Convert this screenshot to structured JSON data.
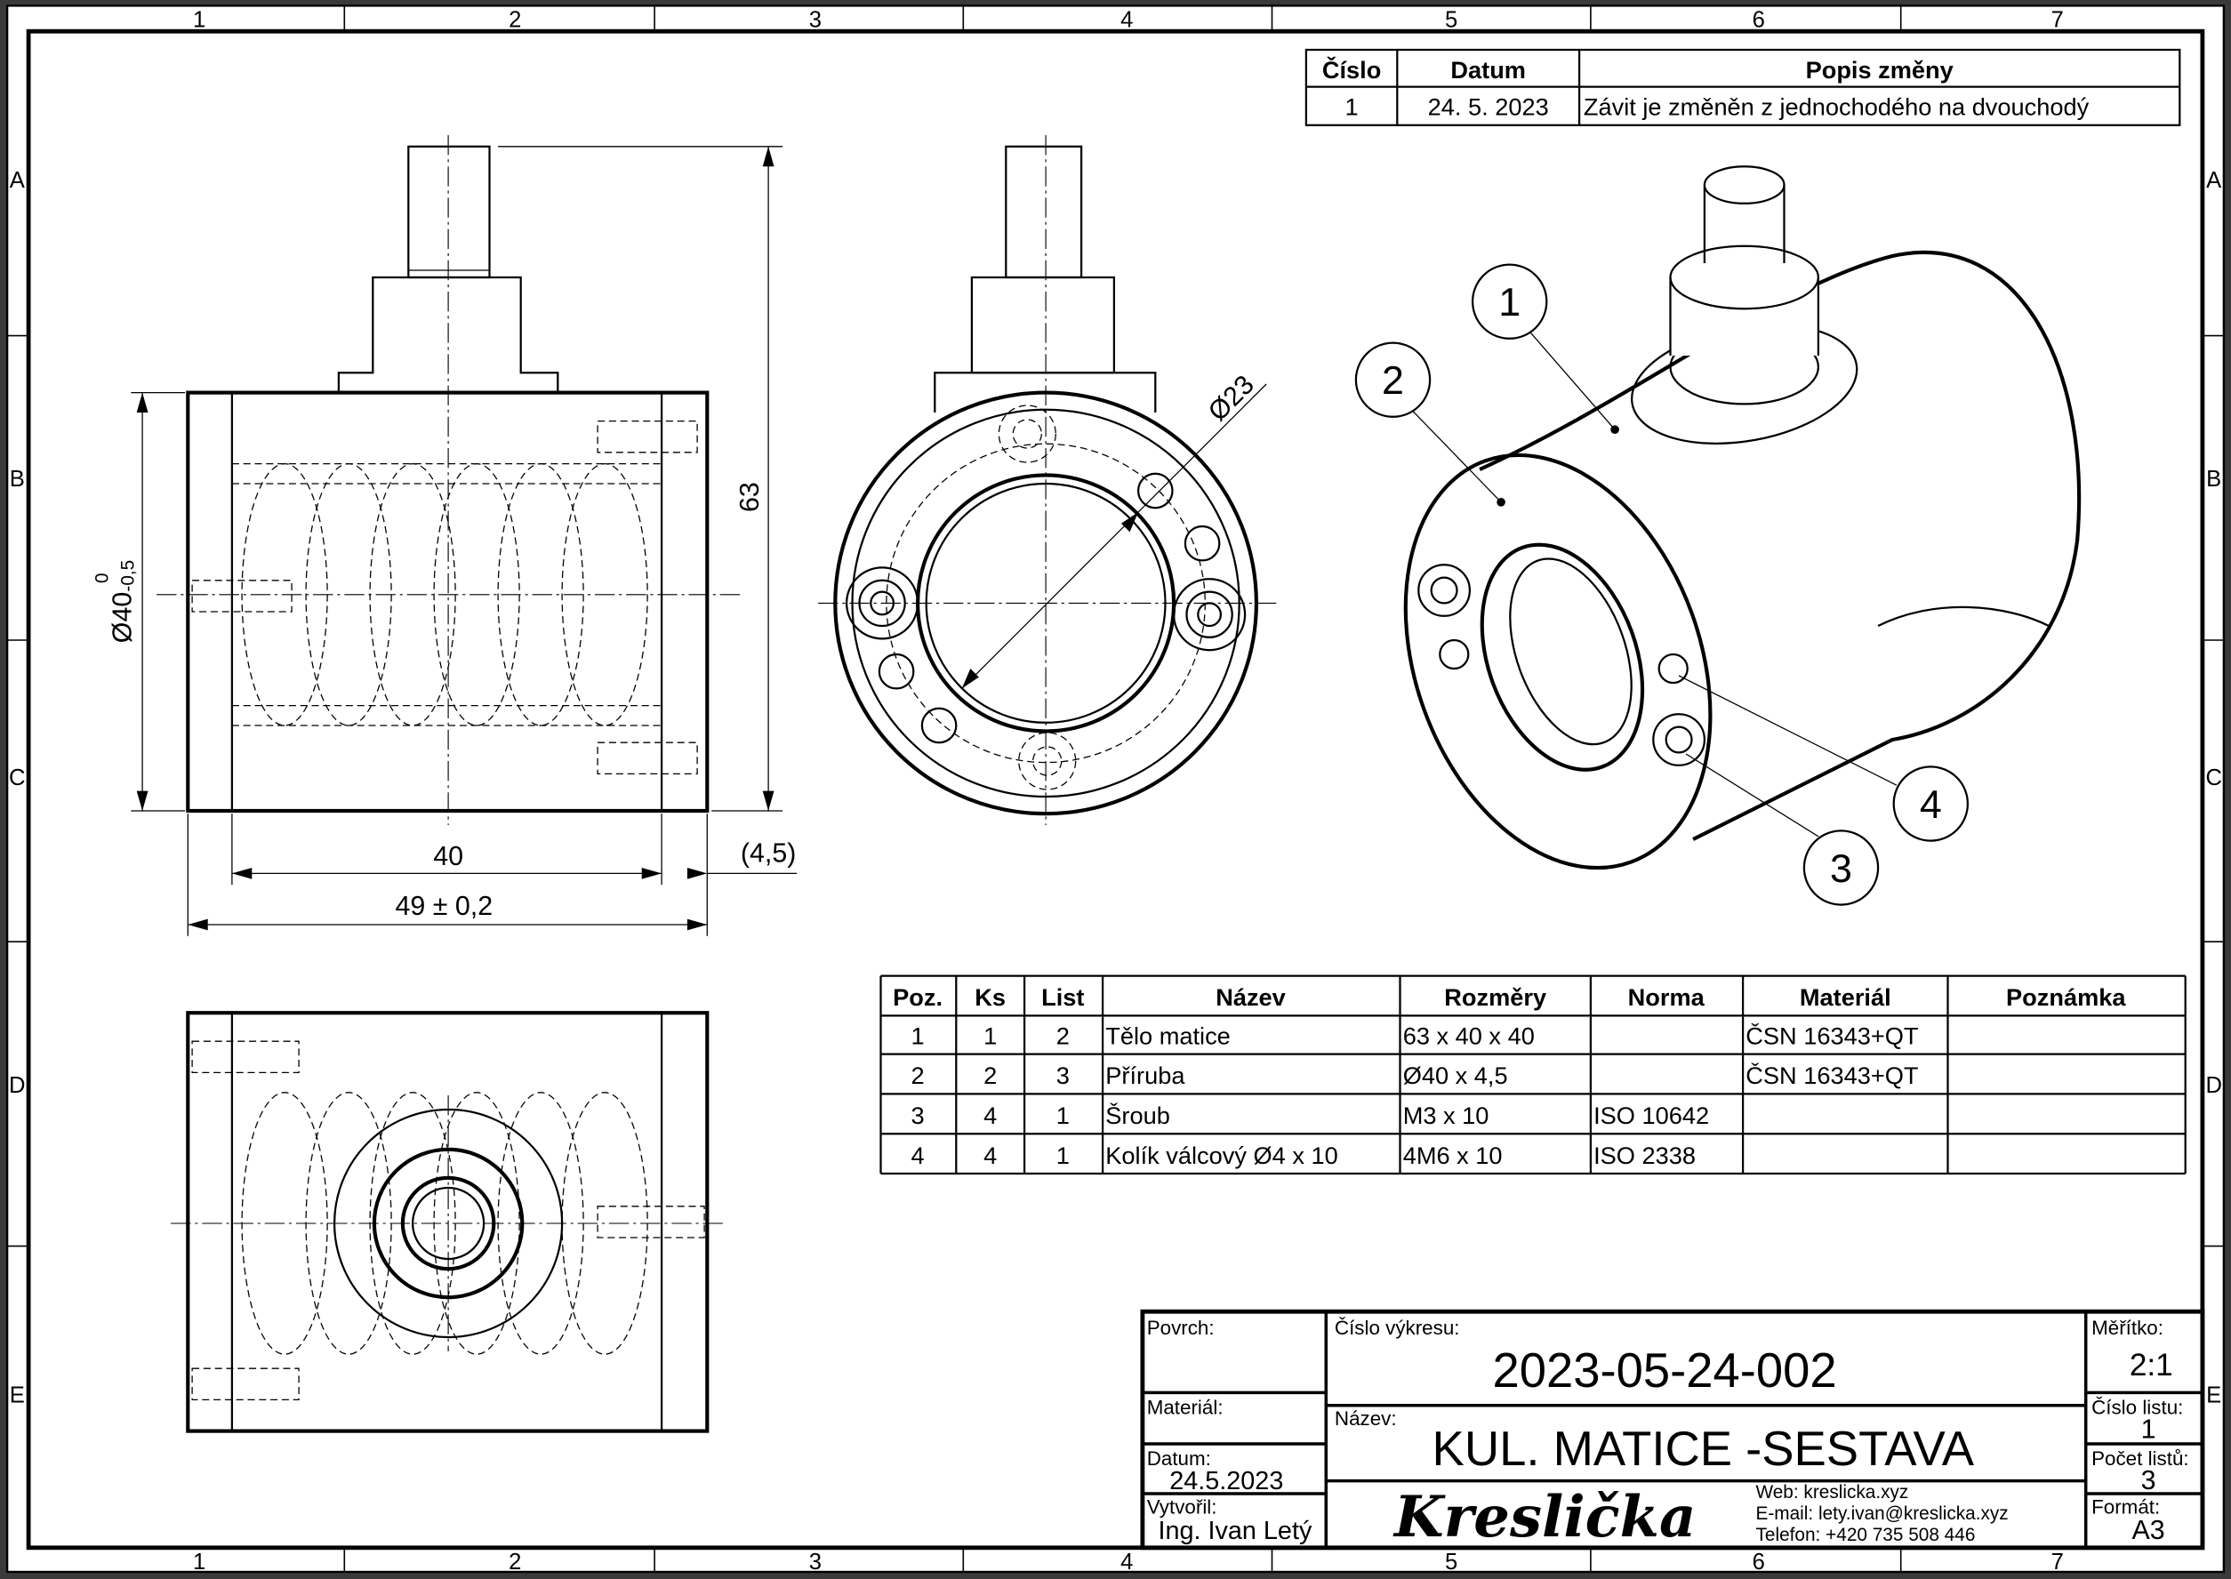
{
  "zones": {
    "columns": [
      "1",
      "2",
      "3",
      "4",
      "5",
      "6",
      "7"
    ],
    "rows": [
      "A",
      "B",
      "C",
      "D",
      "E"
    ]
  },
  "revision_table": {
    "headers": [
      "Číslo",
      "Datum",
      "Popis změny"
    ],
    "rows": [
      [
        "1",
        "24. 5. 2023",
        "Závit je změněn z jednochodého na dvouchodý"
      ]
    ]
  },
  "dimensions": {
    "height": "63",
    "diameter": "Ø40",
    "diameter_tol_upper": "0",
    "diameter_tol_lower": "-0,5",
    "inner_length": "40",
    "total_length": "49 ± 0,2",
    "flange": "(4,5)",
    "bore": "Ø23"
  },
  "balloons": [
    "1",
    "2",
    "3",
    "4"
  ],
  "parts_table": {
    "headers": [
      "Poz.",
      "Ks",
      "List",
      "Název",
      "Rozměry",
      "Norma",
      "Materiál",
      "Poznámka"
    ],
    "rows": [
      [
        "1",
        "1",
        "2",
        "Tělo matice",
        "63 x 40 x 40",
        "",
        "ČSN 16343+QT",
        ""
      ],
      [
        "2",
        "2",
        "3",
        "Příruba",
        "Ø40 x 4,5",
        "",
        "ČSN 16343+QT",
        ""
      ],
      [
        "3",
        "4",
        "1",
        "Šroub",
        "M3 x 10",
        "ISO 10642",
        "",
        ""
      ],
      [
        "4",
        "4",
        "1",
        "Kolík válcový Ø4 x 10",
        "4M6 x 10",
        "ISO 2338",
        "",
        ""
      ]
    ]
  },
  "title_block": {
    "surface_label": "Povrch:",
    "material_label": "Materiál:",
    "date_label": "Datum:",
    "date": "24.5.2023",
    "author_label": "Vytvořil:",
    "author": "Ing. Ivan Letý",
    "drawing_no_label": "Číslo výkresu:",
    "drawing_no": "2023-05-24-002",
    "name_label": "Název:",
    "name": "KUL. MATICE -SESTAVA",
    "logo": "Kreslička",
    "web": "Web: kreslicka.xyz",
    "email": "E-mail: lety.ivan@kreslicka.xyz",
    "phone": "Telefon: +420 735 508 446",
    "scale_label": "Měřítko:",
    "scale": "2:1",
    "sheet_label": "Číslo listu:",
    "sheet": "1",
    "sheets_label": "Počet listů:",
    "sheets": "3",
    "format_label": "Formát:",
    "format": "A3"
  }
}
